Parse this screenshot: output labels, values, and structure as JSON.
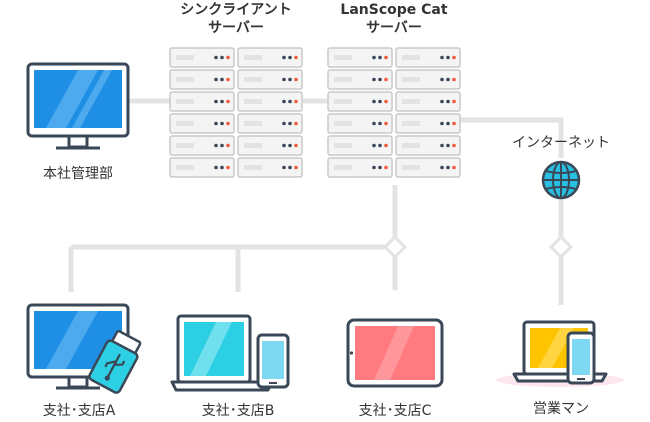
{
  "labels": {
    "sync_server_line1": "シンクライアント",
    "sync_server_line2": "サーバー",
    "lanscope_line1": "LanScope Cat",
    "lanscope_line2": "サーバー",
    "internet": "インターネット",
    "head_office": "本社管理部",
    "branch_a": "支社･支店A",
    "branch_b": "支社･支店B",
    "branch_c": "支社･支店C",
    "sales": "営業マン"
  },
  "colors": {
    "line": "#e3e3e3",
    "outline": "#3a4756",
    "server_body": "#f4f4f4",
    "server_accent": "#f15a3b",
    "screen_blue": "#1f8fe6",
    "screen_cyan": "#2ccfe3",
    "screen_red": "#ff7b80",
    "screen_yellow": "#ffc400",
    "phone_screen": "#7fd8f2",
    "globe": "#29bfe3",
    "shadow_pink": "#fde6f0"
  }
}
